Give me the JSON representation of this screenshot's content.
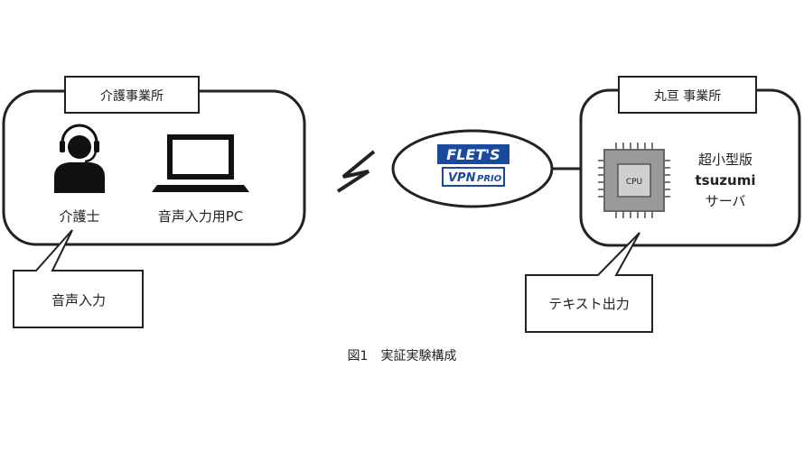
{
  "left_site": {
    "title": "介護事業所",
    "person_label": "介護士",
    "pc_label": "音声入力用PC",
    "callout": "音声入力"
  },
  "network": {
    "logo_top": "FLET'S",
    "logo_bottom_main": "VPN",
    "logo_bottom_sub": "PRIO"
  },
  "right_site": {
    "title": "丸亘 事業所",
    "server_line1": "超小型版",
    "server_line2": "tsuzumi",
    "server_line3": "サーバ",
    "chip_label": "CPU",
    "callout": "テキスト出力"
  },
  "caption": "図1　実証実験構成",
  "colors": {
    "stroke": "#222222",
    "chip_outer": "#9a9a9a",
    "chip_inner": "#cfcfcf",
    "logo_blue": "#1a4aa0"
  },
  "icons": [
    "headset-user-icon",
    "laptop-icon",
    "cpu-chip-icon",
    "lightning-icon"
  ]
}
